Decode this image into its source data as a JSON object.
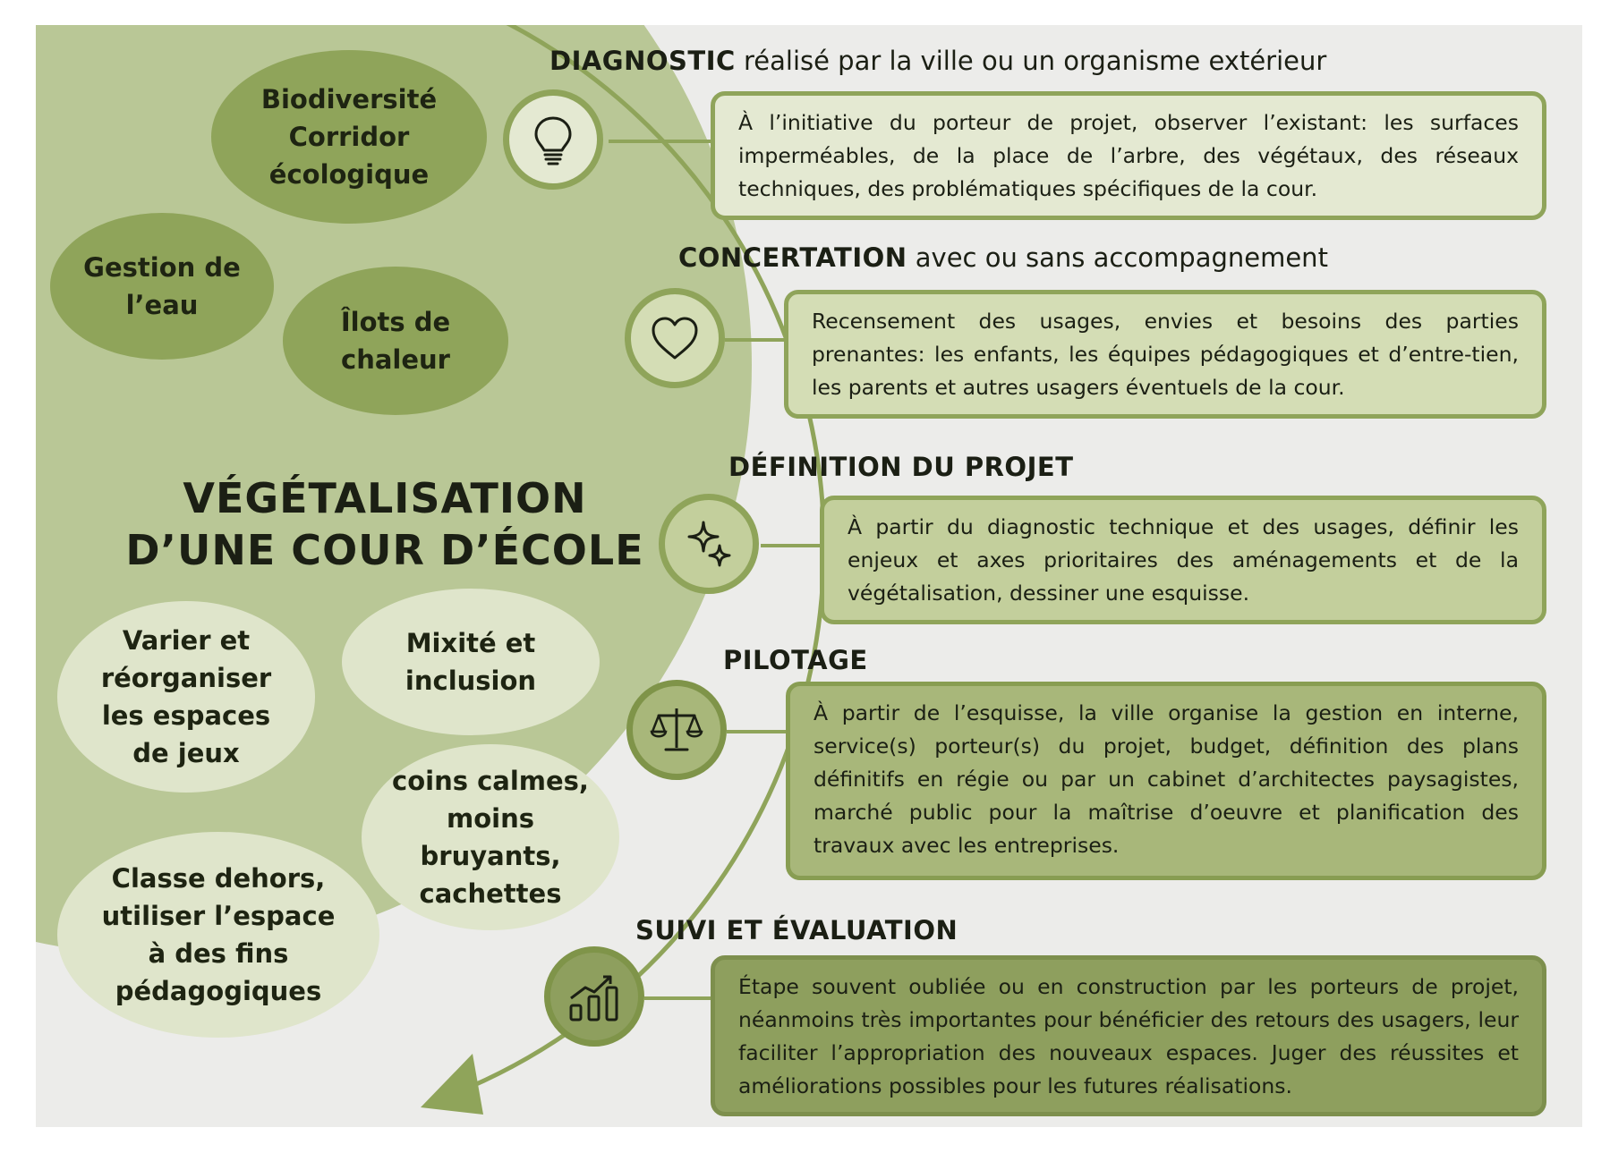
{
  "title": {
    "line1": "VÉGÉTALISATION",
    "line2": "D’UNE COUR D’ÉCOLE"
  },
  "bubbles": [
    {
      "id": "biodiversite",
      "text": "Biodiversité\nCorridor\nécologique"
    },
    {
      "id": "eau",
      "text": "Gestion de\nl’eau"
    },
    {
      "id": "ilots",
      "text": "Îlots de\nchaleur"
    },
    {
      "id": "varier",
      "text": "Varier et\nréorganiser\nles espaces\nde jeux"
    },
    {
      "id": "mixite",
      "text": "Mixité et\ninclusion"
    },
    {
      "id": "coins",
      "text": "coins calmes,\nmoins bruyants,\ncachettes"
    },
    {
      "id": "classe",
      "text": "Classe dehors,\nutiliser l’espace\nà des fins\npédagogiques"
    }
  ],
  "steps": [
    {
      "title": "DIAGNOSTIC",
      "subtitle": "réalisé par la ville ou un organisme extérieur",
      "icon": "lightbulb-icon",
      "text": "À l’initiative du porteur de projet, observer l’existant: les surfaces imperméables, de la place de l’arbre, des végétaux, des réseaux techniques, des problématiques spécifiques de la cour."
    },
    {
      "title": "CONCERTATION",
      "subtitle": "avec ou sans accompagnement",
      "icon": "heart-icon",
      "text": "Recensement des usages, envies et besoins des parties prenantes: les enfants, les équipes pédagogiques et d’entre-tien, les parents et autres usagers éventuels de la cour."
    },
    {
      "title": "DÉFINITION DU PROJET",
      "subtitle": "",
      "icon": "sparkles-icon",
      "text": "À partir du diagnostic technique et des usages, définir les enjeux et axes prioritaires des aménagements et de la végétalisation, dessiner une esquisse."
    },
    {
      "title": "PILOTAGE",
      "subtitle": "",
      "icon": "scales-icon",
      "text": "À partir de l’esquisse, la ville organise la gestion en interne, service(s) porteur(s) du projet, budget, définition des plans définitifs en régie ou par un cabinet d’architectes paysagistes, marché public pour la maîtrise d’oeuvre et planification des travaux avec les entreprises."
    },
    {
      "title": "SUIVI ET ÉVALUATION",
      "subtitle": "",
      "icon": "growth-chart-icon",
      "text": "Étape souvent oubliée ou en construction par les porteurs de projet, néanmoins très importantes pour bénéficier des retours des usagers, leur faciliter l’appropriation des nouveaux espaces. Juger des réussites et améliorations possibles pour les futures réalisations."
    }
  ],
  "colors": {
    "panel": "#ececea",
    "big_circle": "#b9c796",
    "dark_bubble": "#8fa45a",
    "light_bubble": "#dfe5cb",
    "arc": "#8fa45a",
    "text": "#1b1f14"
  }
}
